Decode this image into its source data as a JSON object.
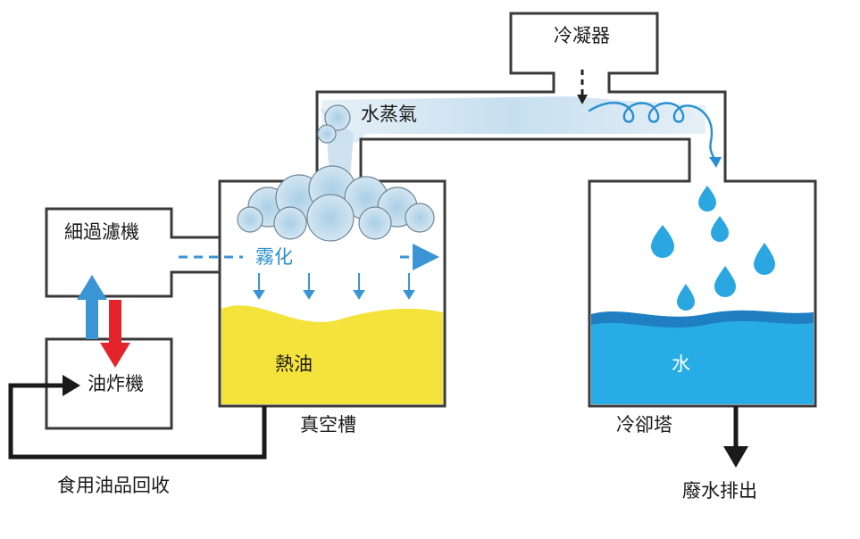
{
  "labels": {
    "condenser": "冷凝器",
    "steam": "水蒸氣",
    "fine_filter": "細過濾機",
    "atomize": "霧化",
    "fryer": "油炸機",
    "hot_oil": "熱油",
    "vacuum_tank": "真空槽",
    "water": "水",
    "cooling_tower": "冷卻塔",
    "oil_recovery": "食用油品回收",
    "wastewater": "廢水排出"
  },
  "colors": {
    "outline": "#3a3a3a",
    "oil": "#f4e33a",
    "water": "#27ace6",
    "water_dark": "#1f7fc0",
    "arrow_blue": "#3b94d4",
    "arrow_red": "#e5232b",
    "mist": "#cfe3f0",
    "drop": "#2aa6e0"
  }
}
